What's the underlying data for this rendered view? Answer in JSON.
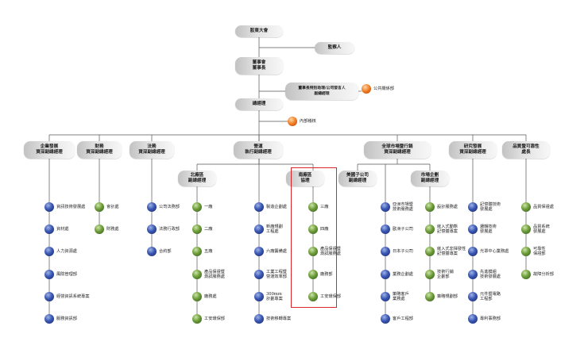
{
  "top": {
    "shareholders": "股東大會",
    "supervisors": "監察人",
    "board": "董事會\n董事長",
    "vice_chairman": "董事長特別助理/公司發言人\n副總經理",
    "public_relations": "公共關係部",
    "president": "總經理",
    "audit": "內部稽核"
  },
  "divisions": [
    {
      "title": "企業發展\n資深副總經理",
      "dept_color": "blue",
      "items": [
        "資訊技術發展處",
        "資材處",
        "人力資源處",
        "風險管理部",
        "經營資訊系統專案",
        "服務資訊部"
      ]
    },
    {
      "title": "財務\n資深副總經理",
      "dept_color": "green",
      "items": [
        "會計處",
        "財務處"
      ]
    },
    {
      "title": "法務\n資深副總經理",
      "dept_color": "blue",
      "items": [
        "公司法務部",
        "法務行政部",
        "合約部"
      ]
    },
    {
      "title": "營運\n執行副總經理",
      "dept_color": "blue",
      "items": [
        "製造企劃處",
        "新廠規劃\n工程處",
        "六廠籌備處",
        "工業工程暨\n營運效率部",
        "300mm\n計劃專案",
        "技術移轉專案"
      ]
    },
    {
      "title": "全球市場暨行銷\n資深副總經理",
      "dept_color": "blue",
      "items": [
        "亞洲市場暨\n技術服務處",
        "歐洲子公司",
        "日本子公司",
        "業務企劃處",
        "策略客戶\n業務處",
        "客戶工程部"
      ]
    },
    {
      "title": "研究發展\n資深副總經理",
      "dept_color": "blue",
      "items": [
        "記憶體技術\n發展處",
        "邏輯技術\n發展處",
        "光罩中心業務處",
        "先進模組\n技術發展處",
        "元件暨電路\n工程部",
        "專利事務部"
      ]
    },
    {
      "title": "品質暨可靠性\n處長",
      "dept_color": "green",
      "items": [
        "品質保證處",
        "品質系統\n發展處",
        "可靠性\n保證部",
        "故障分析部"
      ]
    }
  ],
  "sub_units": [
    {
      "title": "北廠區\n副總經理",
      "items": [
        "一廠",
        "二廠",
        "五廠",
        "產品保證暨\n測試服務處",
        "廠務處",
        "工安環保部"
      ]
    },
    {
      "title": "南廠區\n協理",
      "items": [
        "三廠",
        "四廠",
        "產品保證暨\n測試服務處",
        "廠務部",
        "工安環保部"
      ]
    },
    {
      "title": "美國子公司\n副總經理",
      "items": []
    },
    {
      "title": "市場企劃\n副總經理",
      "items": [
        "設計服務處",
        "嵌入式動態\n記憶體專案",
        "嵌入式非揮發性\n記憶體專案",
        "技術行銷\n企劃部",
        "策略規劃部"
      ]
    }
  ]
}
